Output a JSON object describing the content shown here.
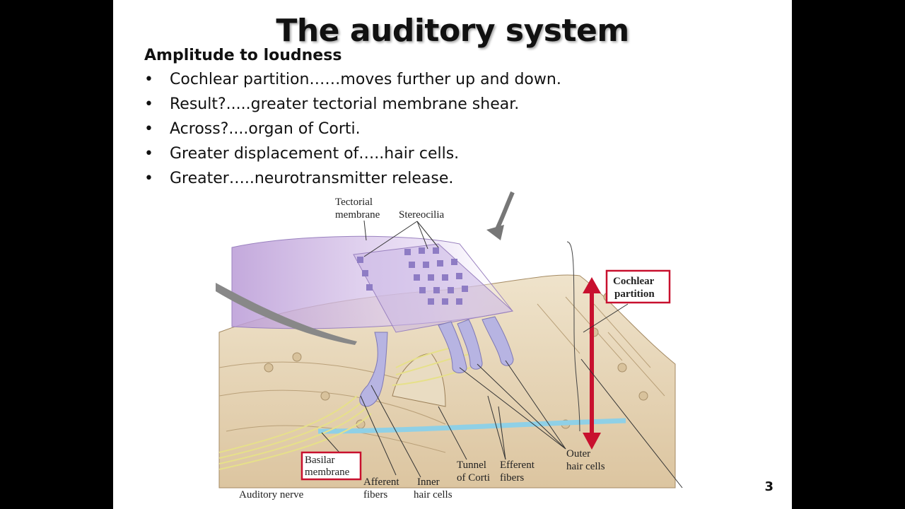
{
  "slide": {
    "title": "The auditory system",
    "subtitle": "Amplitude to loudness",
    "bullet_glyph": "•",
    "bullets": [
      "Cochlear partition……moves further up and down.",
      "Result?.....greater tectorial membrane shear.",
      "Across?....organ of Corti.",
      "Greater displacement of…..hair cells.",
      "Greater…..neurotransmitter release."
    ],
    "page_number": "3"
  },
  "figure": {
    "labels": {
      "tectorial_1": "Tectorial",
      "tectorial_2": "membrane",
      "stereocilia": "Stereocilia",
      "cochlear_1": "Cochlear",
      "cochlear_2": "partition",
      "basilar_1": "Basilar",
      "basilar_2": "membrane",
      "auditory_nerve": "Auditory nerve",
      "afferent_1": "Afferent",
      "afferent_2": "fibers",
      "inner_1": "Inner",
      "inner_2": "hair cells",
      "tunnel_1": "Tunnel",
      "tunnel_2": "of Corti",
      "efferent_1": "Efferent",
      "efferent_2": "fibers",
      "outer_1": "Outer",
      "outer_2": "hair cells"
    },
    "colors": {
      "highlight_red": "#c8102e",
      "tectorial_purple": "#c9b4e3",
      "tissue_beige": "#e8d7b8",
      "basilar_blue": "#8fd0e6",
      "nerve_yellow": "#e6e08a"
    }
  }
}
